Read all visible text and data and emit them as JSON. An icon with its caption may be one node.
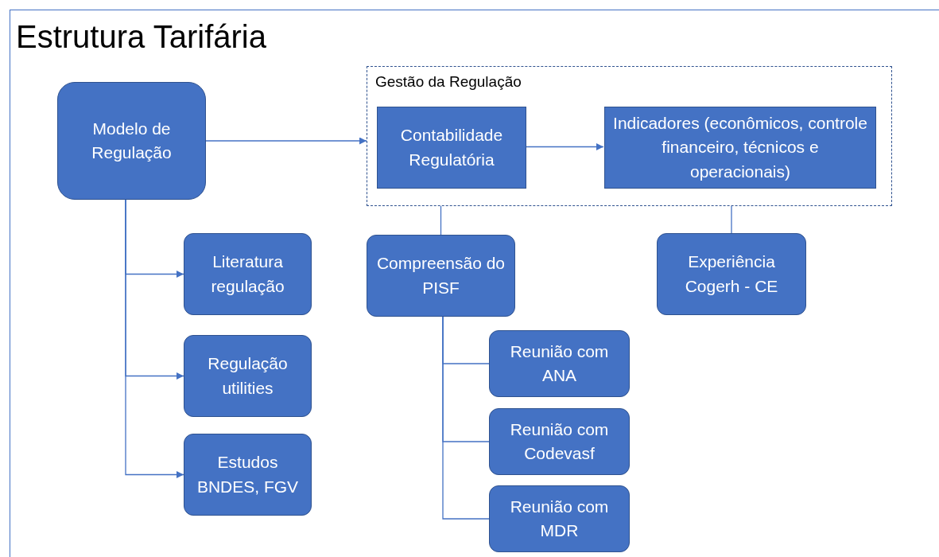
{
  "diagram": {
    "title": "Estrutura Tarifária",
    "nodes": [
      {
        "text": [
          "Modelo de Regulação"
        ]
      },
      {
        "text": [
          "Gestão da Regulação"
        ]
      },
      {
        "text": [
          "Contabilidade Regulatória"
        ],
        "in": 1
      },
      {
        "text": [
          "Indicadores (econômicos, controle financeiro, técnicos e operacionais)"
        ],
        "in": 1
      },
      {
        "text": [
          "Literatura regulação"
        ]
      },
      {
        "text": [
          "Regulação utilities"
        ]
      },
      {
        "text": [
          "Estudos BNDES, FGV"
        ]
      },
      {
        "text": [
          "Compreensão do PISF"
        ]
      },
      {
        "text": [
          "Experiência Cogerh - CE"
        ]
      },
      {
        "text": [
          "Reunião com ANA"
        ]
      },
      {
        "text": [
          "Reunião com Codevasf"
        ]
      },
      {
        "text": [
          "Reunião com MDR"
        ]
      }
    ],
    "edges": [
      {
        "from": 0,
        "to": 1,
        "arrow": "to"
      },
      {
        "from": 2,
        "to": 3,
        "arrow": "to"
      },
      {
        "from": 0,
        "to": 4,
        "arrow": "to"
      },
      {
        "from": 0,
        "to": 5,
        "arrow": "to"
      },
      {
        "from": 0,
        "to": 6,
        "arrow": "to"
      },
      {
        "from": 1,
        "to": 7,
        "arrow": "none"
      },
      {
        "from": 1,
        "to": 8,
        "arrow": "none"
      },
      {
        "from": 7,
        "to": 9,
        "arrow": "none"
      },
      {
        "from": 7,
        "to": 10,
        "arrow": "none"
      },
      {
        "from": 7,
        "to": 11,
        "arrow": "none"
      }
    ]
  }
}
